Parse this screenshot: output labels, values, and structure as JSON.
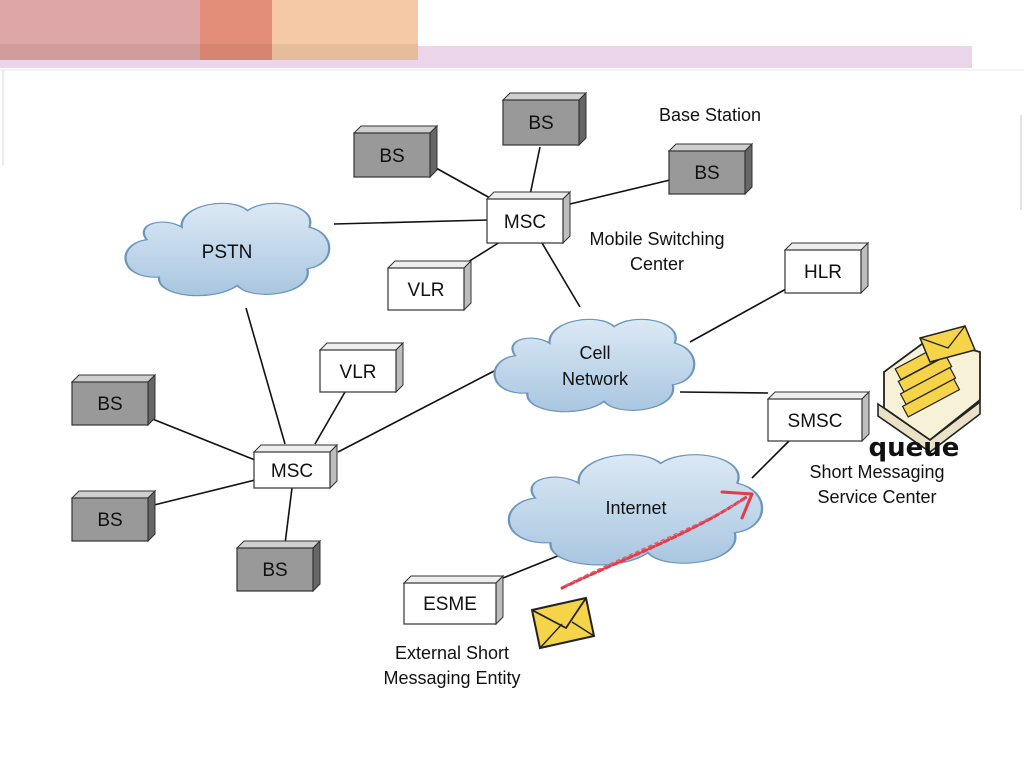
{
  "nodes": {
    "bs_top": "BS",
    "bs_topleft": "BS",
    "bs_topright": "BS",
    "msc_top": "MSC",
    "vlr_top": "VLR",
    "hlr": "HLR",
    "pstn": "PSTN",
    "cell_network": [
      "Cell",
      "Network"
    ],
    "vlr_bottom": "VLR",
    "bs_left1": "BS",
    "msc_bottom": "MSC",
    "bs_left2": "BS",
    "bs_bottom": "BS",
    "smsc": "SMSC",
    "internet": "Internet",
    "esme": "ESME"
  },
  "annotations": {
    "base_station": "Base Station",
    "msc_caption": [
      "Mobile Switching",
      "Center"
    ],
    "smsc_caption": [
      "Short Messaging",
      "Service Center"
    ],
    "esme_caption": [
      "External Short",
      "Messaging Entity"
    ],
    "queue": "queue"
  },
  "colors": {
    "header_bar_1": "#dea6a6",
    "header_bar_2": "#e38e78",
    "header_bar_3": "#f5c9a6",
    "header_bar_light": "#ead5ea",
    "cloud_fill": "#c3d9eb",
    "cloud_stroke": "#6a95bd",
    "gray_box": "#999999",
    "red_arrow": "#e33b4a",
    "envelope": "#f5d44a"
  }
}
